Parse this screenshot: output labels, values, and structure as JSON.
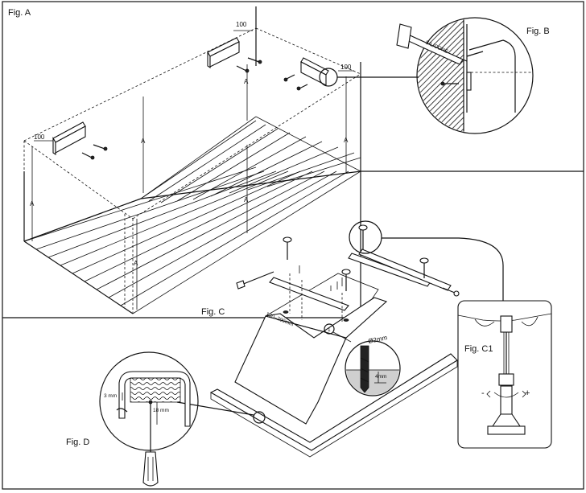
{
  "figures": {
    "a": {
      "label": "Fig. A"
    },
    "b": {
      "label": "Fig. B"
    },
    "c": {
      "label": "Fig. C"
    },
    "c1": {
      "label": "Fig. C1"
    },
    "d": {
      "label": "Fig. D"
    }
  },
  "dimensions": {
    "bracket_offset": "100",
    "height_marker": "A",
    "silicone": "SILICONE",
    "drill_diameter": "Ø2mm",
    "drill_depth": "4mm",
    "leg_range": "130–200mm",
    "screw_gap": "3 mm",
    "screw_depth": "18 mm",
    "hole_marker": "1"
  },
  "adjust_symbols": {
    "minus": "-",
    "plus": "+"
  },
  "colors": {
    "line": "#111111",
    "background": "#ffffff",
    "hatch_grey": "#cfcfcf"
  }
}
